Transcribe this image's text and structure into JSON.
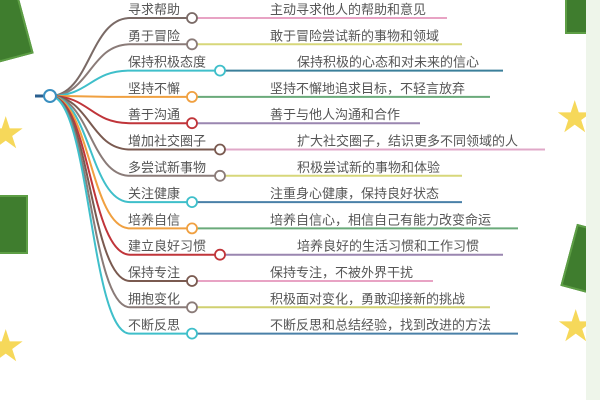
{
  "mindmap": {
    "branches": [
      {
        "label": "寻求帮助",
        "detail": "主动寻求他人的帮助和意见",
        "branch_color": "#7a6a66",
        "detail_color": "#e8a3c4"
      },
      {
        "label": "勇于冒险",
        "detail": "敢于冒险尝试新的事物和领域",
        "branch_color": "#8a7b78",
        "detail_color": "#d7d77a"
      },
      {
        "label": "保持积极态度",
        "detail": "保持积极的心态和对未来的信心",
        "branch_color": "#3fbfca",
        "detail_color": "#3b7f9a"
      },
      {
        "label": "坚持不懈",
        "detail": "坚持不懈地追求目标，不轻言放弃",
        "branch_color": "#f0a040",
        "detail_color": "#6aaa7a"
      },
      {
        "label": "善于沟通",
        "detail": "善于与他人沟通和合作",
        "branch_color": "#c0353a",
        "detail_color": "#9a86b0"
      },
      {
        "label": "增加社交圈子",
        "detail": "扩大社交圈子，结识更多不同领域的人",
        "branch_color": "#7a5a50",
        "detail_color": "#e0a8c8"
      },
      {
        "label": "多尝试新事物",
        "detail": "积极尝试新的事物和体验",
        "branch_color": "#8a7b78",
        "detail_color": "#d7d77a"
      },
      {
        "label": "关注健康",
        "detail": "注重身心健康，保持良好状态",
        "branch_color": "#3fbfca",
        "detail_color": "#4a80a8"
      },
      {
        "label": "培养自信",
        "detail": "培养自信心，相信自己有能力改变命运",
        "branch_color": "#f0a040",
        "detail_color": "#6aaa7a"
      },
      {
        "label": "建立良好习惯",
        "detail": "培养良好的生活习惯和工作习惯",
        "branch_color": "#c0353a",
        "detail_color": "#9a86b0"
      },
      {
        "label": "保持专注",
        "detail": "保持专注，不被外界干扰",
        "branch_color": "#7a5a50",
        "detail_color": "#e8a3c4"
      },
      {
        "label": "拥抱变化",
        "detail": "积极面对变化，勇敢迎接新的挑战",
        "branch_color": "#8a7b78",
        "detail_color": "#d0d070"
      },
      {
        "label": "不断反思",
        "detail": "不断反思和总结经验，找到改进的方法",
        "branch_color": "#3fbfca",
        "detail_color": "#4a80a8"
      }
    ],
    "root_color": "#2a5f8f"
  }
}
